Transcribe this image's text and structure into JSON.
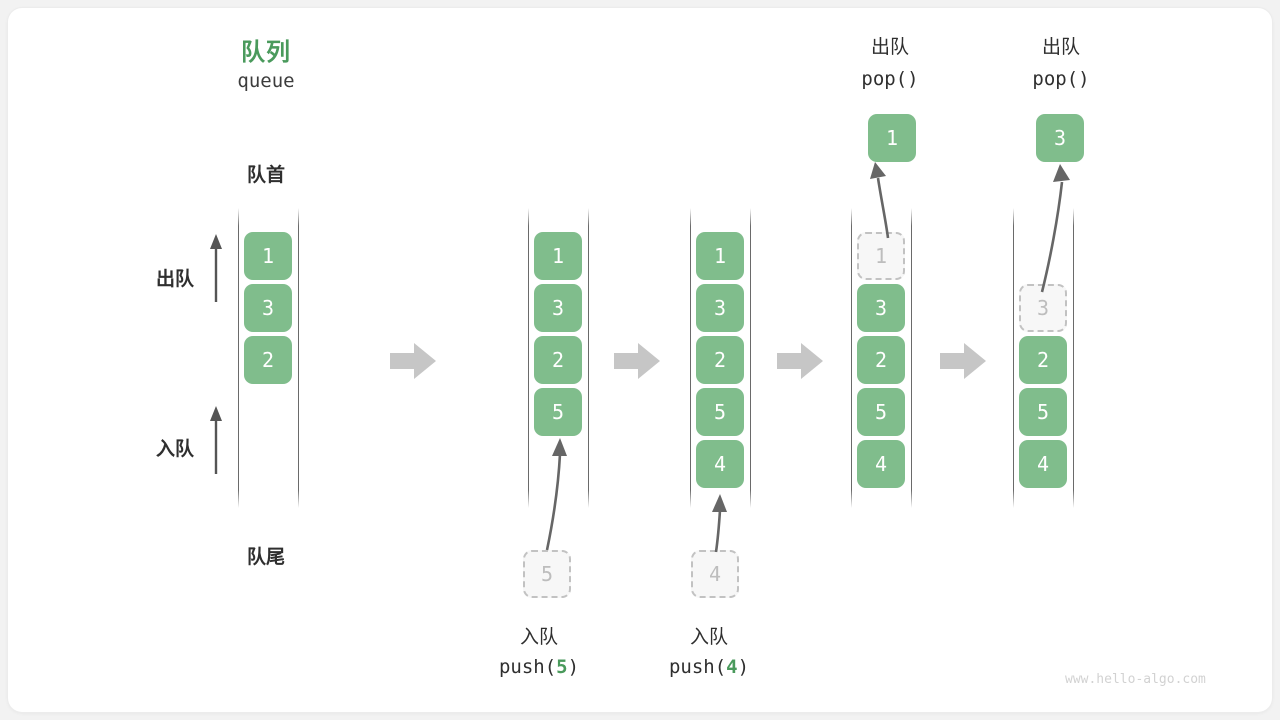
{
  "diagram": {
    "title_cn": "队列",
    "title_code": "queue",
    "front_label": "队首",
    "rear_label": "队尾",
    "dequeue_label": "出队",
    "enqueue_label": "入队",
    "watermark": "www.hello-algo.com",
    "accent_color": "#4a9a5c",
    "cell_color": "#80bd8c",
    "ghost_color": "#c2c2c2"
  },
  "operations": {
    "push5": {
      "cn": "入队",
      "code_pre": "push(",
      "code_num": "5",
      "code_post": ")"
    },
    "push4": {
      "cn": "入队",
      "code_pre": "push(",
      "code_num": "4",
      "code_post": ")"
    },
    "pop1": {
      "cn": "出队",
      "code": "pop()",
      "value": "1"
    },
    "pop2": {
      "cn": "出队",
      "code": "pop()",
      "value": "3"
    }
  },
  "stages": [
    {
      "name": "initial",
      "cells": [
        {
          "v": "1",
          "state": "filled"
        },
        {
          "v": "3",
          "state": "filled"
        },
        {
          "v": "2",
          "state": "filled"
        }
      ]
    },
    {
      "name": "after-push-5",
      "cells": [
        {
          "v": "1",
          "state": "filled"
        },
        {
          "v": "3",
          "state": "filled"
        },
        {
          "v": "2",
          "state": "filled"
        },
        {
          "v": "5",
          "state": "filled"
        }
      ]
    },
    {
      "name": "after-push-4",
      "cells": [
        {
          "v": "1",
          "state": "filled"
        },
        {
          "v": "3",
          "state": "filled"
        },
        {
          "v": "2",
          "state": "filled"
        },
        {
          "v": "5",
          "state": "filled"
        },
        {
          "v": "4",
          "state": "filled"
        }
      ]
    },
    {
      "name": "after-pop-1",
      "cells": [
        {
          "v": "1",
          "state": "ghost"
        },
        {
          "v": "3",
          "state": "filled"
        },
        {
          "v": "2",
          "state": "filled"
        },
        {
          "v": "5",
          "state": "filled"
        },
        {
          "v": "4",
          "state": "filled"
        }
      ]
    },
    {
      "name": "after-pop-3",
      "cells": [
        {
          "v": "",
          "state": "empty"
        },
        {
          "v": "3",
          "state": "ghost"
        },
        {
          "v": "2",
          "state": "filled"
        },
        {
          "v": "5",
          "state": "filled"
        },
        {
          "v": "4",
          "state": "filled"
        }
      ]
    }
  ],
  "incoming": [
    {
      "name": "incoming-5",
      "value": "5"
    },
    {
      "name": "incoming-4",
      "value": "4"
    }
  ]
}
